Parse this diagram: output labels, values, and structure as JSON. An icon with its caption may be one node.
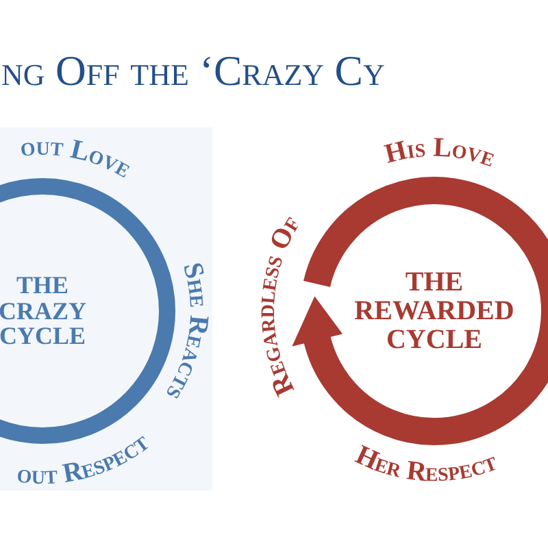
{
  "diagram": {
    "title": "ng Off the ‘Crazy Cy",
    "nodes": [
      {
        "text": [
          "THE CRAZY CYCLE"
        ],
        "beside": [
          "out Love",
          "She Reacts",
          "out Respect"
        ]
      },
      {
        "text": [
          "THE REWARDED CYCLE"
        ],
        "beside": [
          "His Love",
          "Regardless Of",
          "Her Respect"
        ]
      }
    ]
  }
}
